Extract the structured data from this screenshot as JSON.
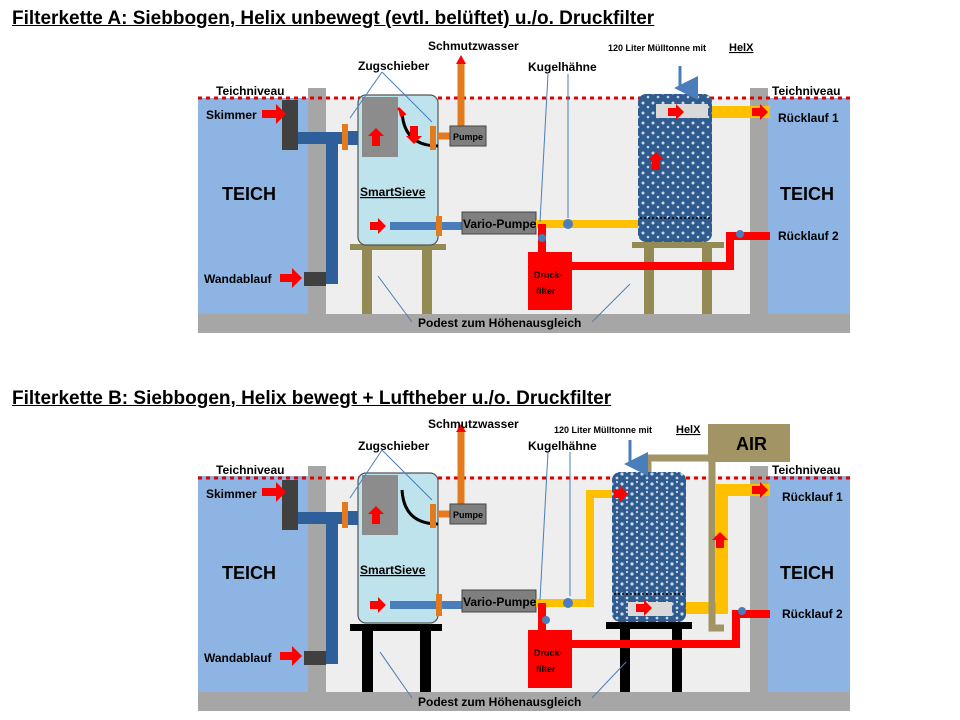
{
  "panel_a": {
    "title": "Filterkette A: Siebbogen, Helix unbewegt (evtl. belüftet) u./o. Druckfilter",
    "teichniveau_left": "Teichniveau",
    "teichniveau_right": "Teichniveau",
    "skimmer": "Skimmer",
    "teich_left": "TEICH",
    "teich_right": "TEICH",
    "wandablauf": "Wandablauf",
    "zugschieber": "Zugschieber",
    "schmutzwasser": "Schmutzwasser",
    "kugelhaehne": "Kugelhähne",
    "tonne": "120 Liter Mülltonne  mit",
    "helx": "HelX",
    "smartsieve": "SmartSieve",
    "pumpe": "Pumpe",
    "vario_pumpe": "Vario-Pumpe",
    "druckfilter_1": "Druck-",
    "druckfilter_2": "filter",
    "ruecklauf_1": "Rücklauf 1",
    "ruecklauf_2": "Rücklauf 2",
    "podest": "Podest zum Höhenausgleich"
  },
  "panel_b": {
    "title": "Filterkette B: Siebbogen, Helix bewegt + Luftheber u./o. Druckfilter",
    "teichniveau_left": "Teichniveau",
    "teichniveau_right": "Teichniveau",
    "skimmer": "Skimmer",
    "teich_left": "TEICH",
    "teich_right": "TEICH",
    "wandablauf": "Wandablauf",
    "zugschieber": "Zugschieber",
    "schmutzwasser": "Schmutzwasser",
    "kugelhaehne": "Kugelhähne",
    "tonne": "120 Liter Mülltonne  mit",
    "helx": "HelX",
    "air": "AIR",
    "smartsieve": "SmartSieve",
    "pumpe": "Pumpe",
    "vario_pumpe": "Vario-Pumpe",
    "druckfilter_1": "Druck-",
    "druckfilter_2": "filter",
    "ruecklauf_1": "Rücklauf 1",
    "ruecklauf_2": "Rücklauf 2",
    "podest": "Podest zum Höhenausgleich"
  },
  "colors": {
    "pond": "#8eb4e3",
    "wall": "#a6a6a6",
    "room": "#eeeeee",
    "pipe_blue": "#2e5f9a",
    "pipe_orange": "#e47a1e",
    "pipe_yellow": "#ffc000",
    "pipe_red": "#ff0000",
    "sieve": "#bfe3ec",
    "tonne": "#2f5b8e",
    "stand_a": "#948a54",
    "stand_b": "#000000",
    "air_box": "#a39466",
    "arrow": "#ff0000",
    "level_line": "#e00000"
  }
}
